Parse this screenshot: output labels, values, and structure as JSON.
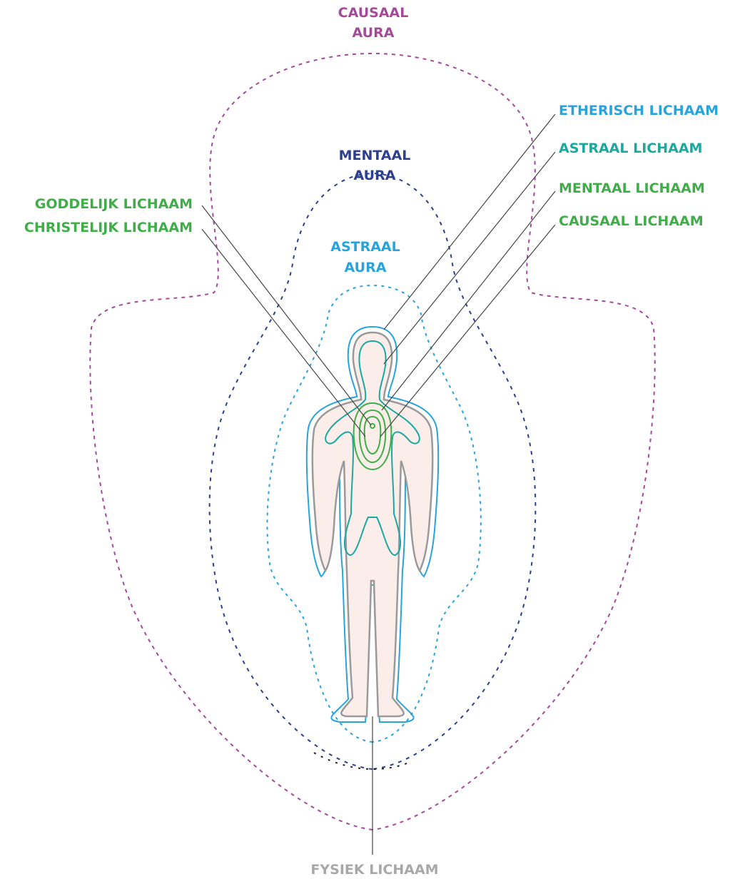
{
  "colors": {
    "causal_aura": "#a54a9a",
    "mental_aura": "#2d3f8f",
    "astral_aura": "#29a3dc",
    "etheric_body": "#29a3dc",
    "astral_body": "#1aa8a0",
    "inner_bodies": "#3fae49",
    "physical_body": "#9a9a9a",
    "body_fill": "#fbeeea",
    "leader_line": "#444444"
  },
  "labels": {
    "causal_aura_line1": "CAUSAAL",
    "causal_aura_line2": "AURA",
    "mental_aura_line1": "MENTAAL",
    "mental_aura_line2": "AURA",
    "astral_aura_line1": "ASTRAAL",
    "astral_aura_line2": "AURA",
    "etheric_body": "ETHERISCH LICHAAM",
    "astral_body": "ASTRAAL LICHAAM",
    "mental_body": "MENTAAL LICHAAM",
    "causal_body": "CAUSAAL LICHAAM",
    "divine_body": "GODDELIJK LICHAAM",
    "christ_body": "CHRISTELIJK LICHAAM",
    "physical_body": "FYSIEK LICHAAM"
  }
}
